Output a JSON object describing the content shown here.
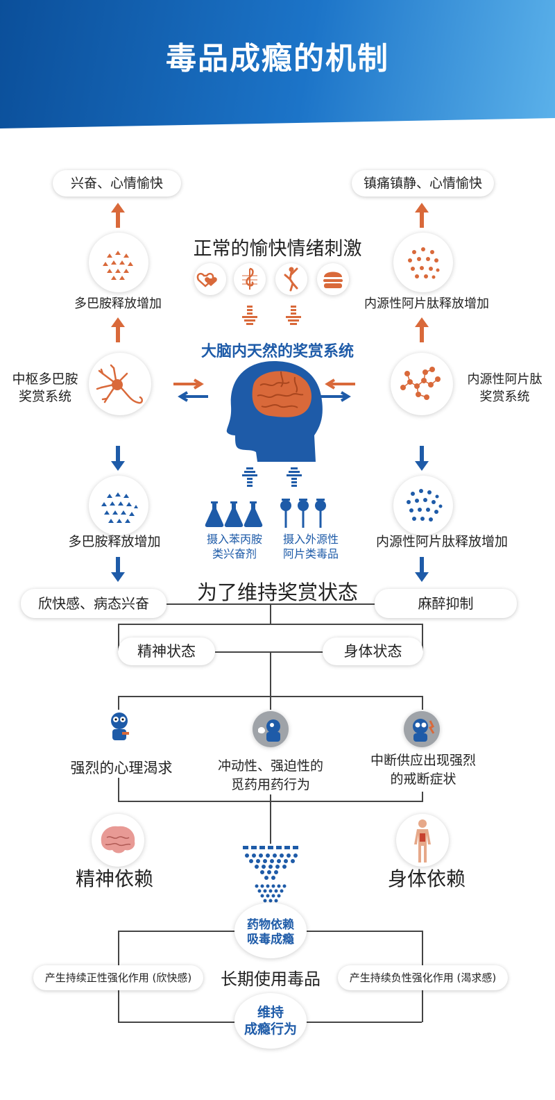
{
  "title": "毒品成瘾的机制",
  "top": {
    "left_effect": "兴奋、心情愉快",
    "right_effect": "镇痛镇静、心情愉快",
    "stimulus_title": "正常的愉快情绪刺激",
    "left_release": "多巴胺释放增加",
    "right_release": "内源性阿片肽释放增加"
  },
  "center": {
    "reward_title": "大脑内天然的奖赏系统",
    "left_system": [
      "中枢多巴胺",
      "奖赏系统"
    ],
    "right_system": [
      "内源性阿片肽",
      "奖赏系统"
    ],
    "drug_left": [
      "摄入苯丙胺",
      "类兴奋剂"
    ],
    "drug_right": [
      "摄入外源性",
      "阿片类毒品"
    ]
  },
  "lower": {
    "left_release": "多巴胺释放增加",
    "right_release": "内源性阿片肽释放增加",
    "left_effect": "欣快感、病态兴奋",
    "right_effect": "麻醉抑制",
    "maintain_title": "为了维持奖赏状态",
    "mental_state": "精神状态",
    "body_state": "身体状态"
  },
  "symptoms": {
    "s1": "强烈的心理渴求",
    "s2": [
      "冲动性、强迫性的",
      "觅药用药行为"
    ],
    "s3": [
      "中断供应出现强烈",
      "的戒断症状"
    ]
  },
  "dependence": {
    "mental": "精神依赖",
    "physical": "身体依赖",
    "result": [
      "药物依赖",
      "吸毒成瘾"
    ]
  },
  "cycle": {
    "left_pill": "产生持续正性强化作用 (欣快感)",
    "right_pill": "产生持续负性强化作用 (渴求感)",
    "center": "长期使用毒品",
    "bottom": [
      "维持",
      "成瘾行为"
    ]
  },
  "colors": {
    "orange": "#d9693a",
    "blue": "#1e5ba8",
    "header": "#1c74c8"
  },
  "icons": [
    "hearts-icon",
    "music-note-icon",
    "dancer-icon",
    "burger-icon",
    "brain-head-icon",
    "neuron-icon",
    "molecule-icon",
    "flask-icon",
    "poppy-icon",
    "brain-icon",
    "body-icon",
    "funnel-icon"
  ]
}
